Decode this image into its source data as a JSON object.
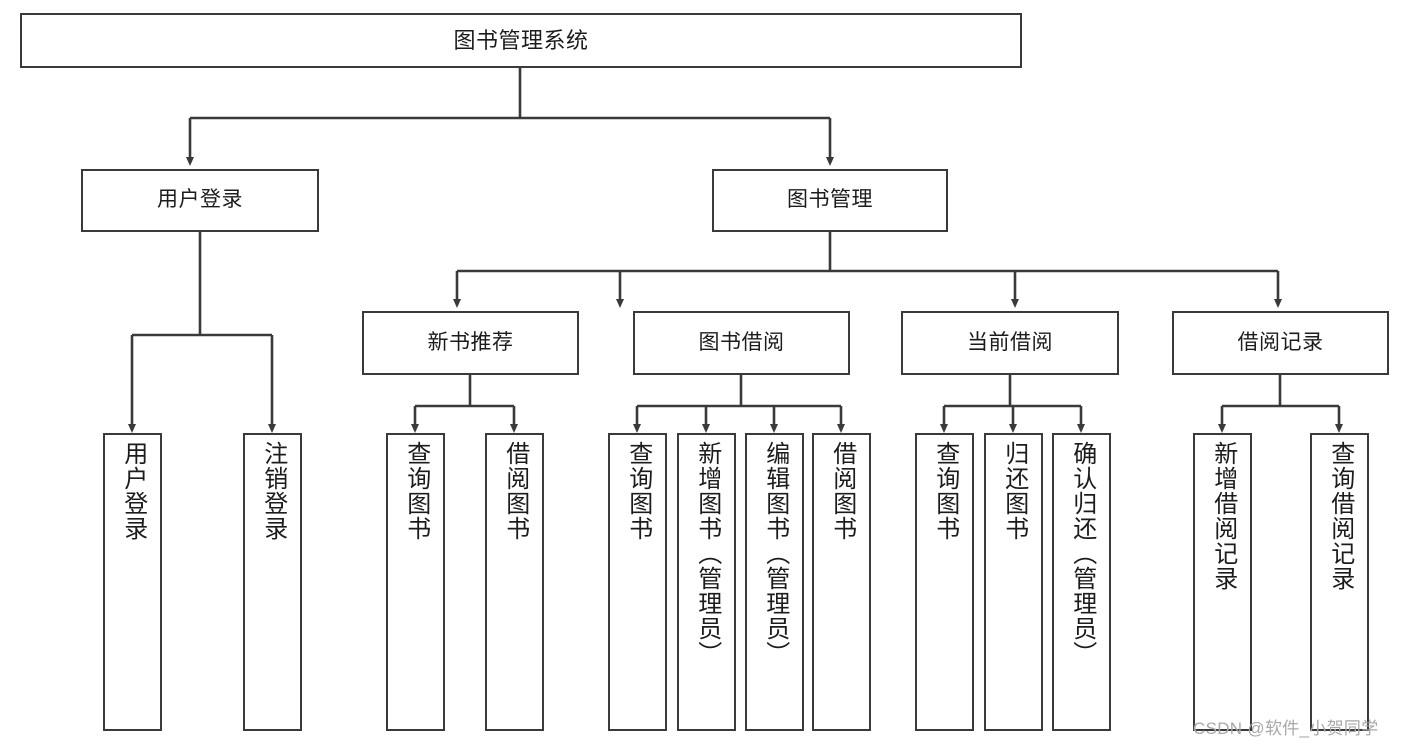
{
  "diagram": {
    "title": "图书管理系统",
    "type": "hierarchy-tree",
    "watermark": "CSDN @软件_小贺同学",
    "colors": {
      "box_border": "#3a3a3a",
      "box_fill": "#ffffff",
      "edge": "#3a3a3a",
      "text": "#1c1c1c",
      "watermark": "#a8a8a8"
    },
    "nodes": {
      "root": {
        "label": "图书管理系统"
      },
      "level2": [
        {
          "id": "user-login",
          "label": "用户登录"
        },
        {
          "id": "book-management",
          "label": "图书管理"
        }
      ],
      "level3": [
        {
          "id": "new-book-recommend",
          "label": "新书推荐"
        },
        {
          "id": "book-borrow",
          "label": "图书借阅"
        },
        {
          "id": "current-borrow",
          "label": "当前借阅"
        },
        {
          "id": "borrow-record",
          "label": "借阅记录"
        }
      ],
      "leaves": {
        "user_login": [
          {
            "id": "leaf-user-login",
            "label": "用户登录"
          },
          {
            "id": "leaf-logout-login",
            "label": "注销登录"
          }
        ],
        "new_book_recommend": [
          {
            "id": "leaf-query-book-1",
            "label": "查询图书"
          },
          {
            "id": "leaf-borrow-book-1",
            "label": "借阅图书"
          }
        ],
        "book_borrow": [
          {
            "id": "leaf-query-book-2",
            "label": "查询图书"
          },
          {
            "id": "leaf-add-book",
            "label": "新增图书（管理员）"
          },
          {
            "id": "leaf-edit-book",
            "label": "编辑图书（管理员）"
          },
          {
            "id": "leaf-borrow-book-2",
            "label": "借阅图书"
          }
        ],
        "current_borrow": [
          {
            "id": "leaf-query-book-3",
            "label": "查询图书"
          },
          {
            "id": "leaf-return-book",
            "label": "归还图书"
          },
          {
            "id": "leaf-confirm-return",
            "label": "确认归还（管理员）"
          }
        ],
        "borrow_record": [
          {
            "id": "leaf-add-record",
            "label": "新增借阅记录"
          },
          {
            "id": "leaf-query-record",
            "label": "查询借阅记录"
          }
        ]
      }
    }
  }
}
